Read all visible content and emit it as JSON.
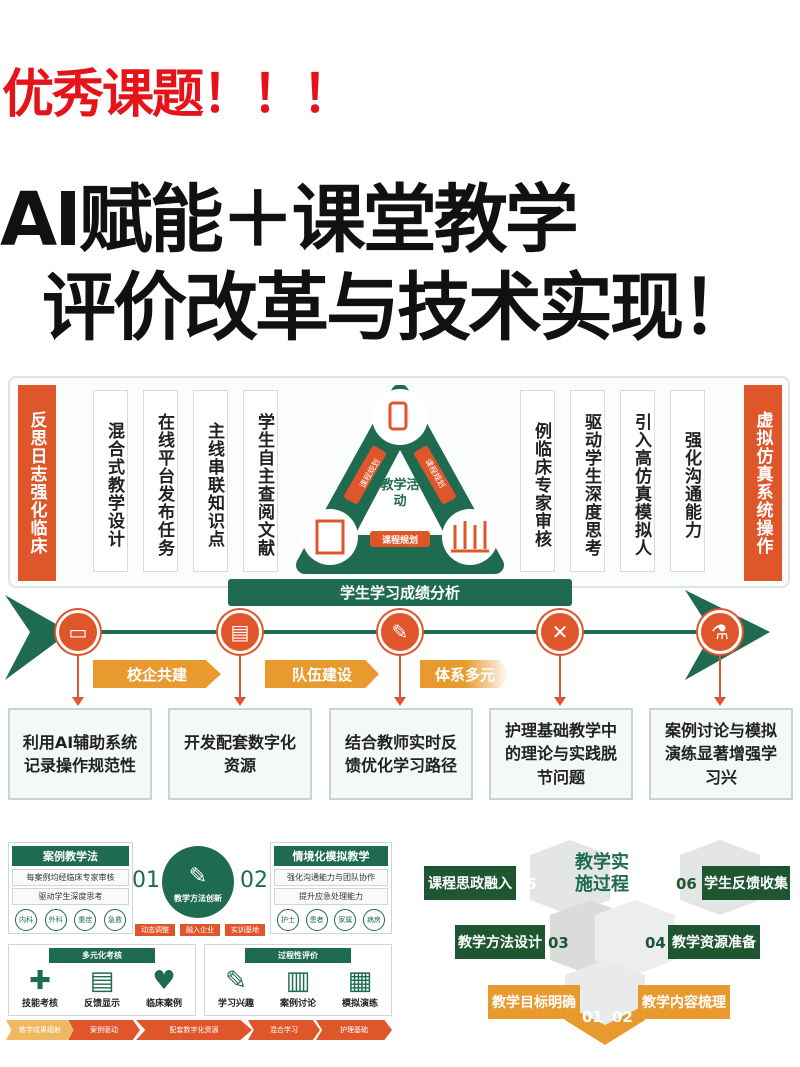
{
  "headline": {
    "tag": "优秀课题！！！",
    "line1": "AI赋能＋课堂教学",
    "line2": "评价改革与技术实现！"
  },
  "colors": {
    "green": "#1e6b50",
    "orange": "#e0562b",
    "amber": "#e89a2f",
    "title_red": "#e5141b"
  },
  "panel": {
    "left_bar": "反思日志强化临床",
    "right_bar": "虚拟仿真系统操作",
    "left_items": [
      "混合式教学设计",
      "在线平台发布任务",
      "主线串联知识点",
      "学生自主查阅文献"
    ],
    "right_items": [
      "例临床专家审核",
      "驱动学生深度思考",
      "引入高仿真模拟人",
      "强化沟通能力"
    ],
    "triangle": {
      "center": "教学活动",
      "side_left": "课程规划",
      "side_right": "课程规划",
      "side_bottom": "课程规划",
      "icons": [
        "medicine-bottle-icon",
        "clipboard-icon",
        "lab-rack-icon"
      ]
    }
  },
  "analysis_bar": "学生学习成绩分析",
  "timeline": {
    "icons": [
      "presentation-board-icon",
      "document-icon",
      "syringe-icon",
      "bandage-icon",
      "lab-equipment-icon"
    ],
    "tags": [
      "校企共建",
      "队伍建设",
      "体系多元"
    ],
    "results": [
      "利用AI辅助系统记录操作规范性",
      "开发配套数字化资源",
      "结合教师实时反馈优化学习路径",
      "护理基础教学中的理论与实践脱节问题",
      "案例讨论与模拟演练显著增强学习兴"
    ]
  },
  "methods": {
    "center": "教学方法创新",
    "num1": "01",
    "num2": "02",
    "left": {
      "title": "案例教学法",
      "lines": [
        "每案例均经临床专家审核",
        "驱动学生深度思考"
      ],
      "pills": [
        "内科",
        "外科",
        "重症",
        "急救"
      ]
    },
    "right": {
      "title": "情境化模拟教学",
      "lines": [
        "强化沟通能力与团队协作",
        "提升应急处理能力"
      ],
      "pills": [
        "护士",
        "患者",
        "家属",
        "病房"
      ]
    },
    "tags": [
      "动态调整",
      "融入企业",
      "实训基地"
    ],
    "assess": {
      "title": "多元化考核",
      "items": [
        "技能考核",
        "反馈显示",
        "临床案例"
      ]
    },
    "process": {
      "title": "过程性评价",
      "items": [
        "学习兴趣",
        "案例讨论",
        "模拟演练"
      ]
    },
    "flow": [
      "教学成果辐射",
      "案例驱动",
      "配套数字化资源",
      "混合学习",
      "护理基础"
    ]
  },
  "process_steps": {
    "center": "教学实施过程",
    "steps": [
      {
        "num": "01",
        "label": "教学目标明确"
      },
      {
        "num": "02",
        "label": "教学内容梳理"
      },
      {
        "num": "03",
        "label": "教学方法设计"
      },
      {
        "num": "04",
        "label": "教学资源准备"
      },
      {
        "num": "05",
        "label": "课程思政融入"
      },
      {
        "num": "06",
        "label": "学生反馈收集"
      }
    ]
  }
}
